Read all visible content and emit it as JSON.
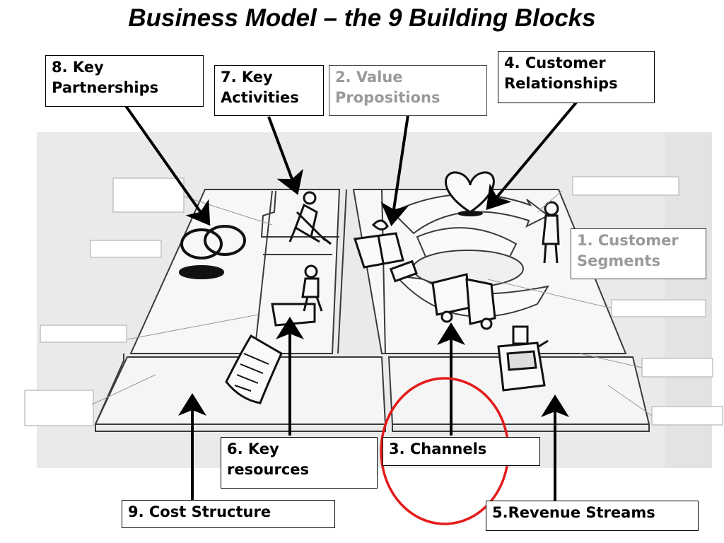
{
  "title": "Business Model – the 9 Building Blocks",
  "labels": {
    "key_partnerships": "8. Key\nPartnerships",
    "key_activities": "7. Key\nActivities",
    "value_propositions": "2. Value\nPropositions",
    "customer_relationships": "4. Customer\nRelationships",
    "customer_segments": "1. Customer\nSegments",
    "key_resources": "6. Key\nresources",
    "channels": "3. Channels",
    "cost_structure": "9. Cost Structure",
    "revenue_streams": "5.Revenue Streams"
  },
  "colors": {
    "highlight_circle": "#e31b1b",
    "muted_label_text": "#9a9a9a",
    "background_panel": "#e9ebea"
  },
  "icons": [
    "rings-icon",
    "digging-person-icon",
    "person-with-box-icon",
    "gift-box-icon",
    "heart-icon",
    "standing-person-icon",
    "truck-icon",
    "contract-icon",
    "cash-register-icon"
  ]
}
